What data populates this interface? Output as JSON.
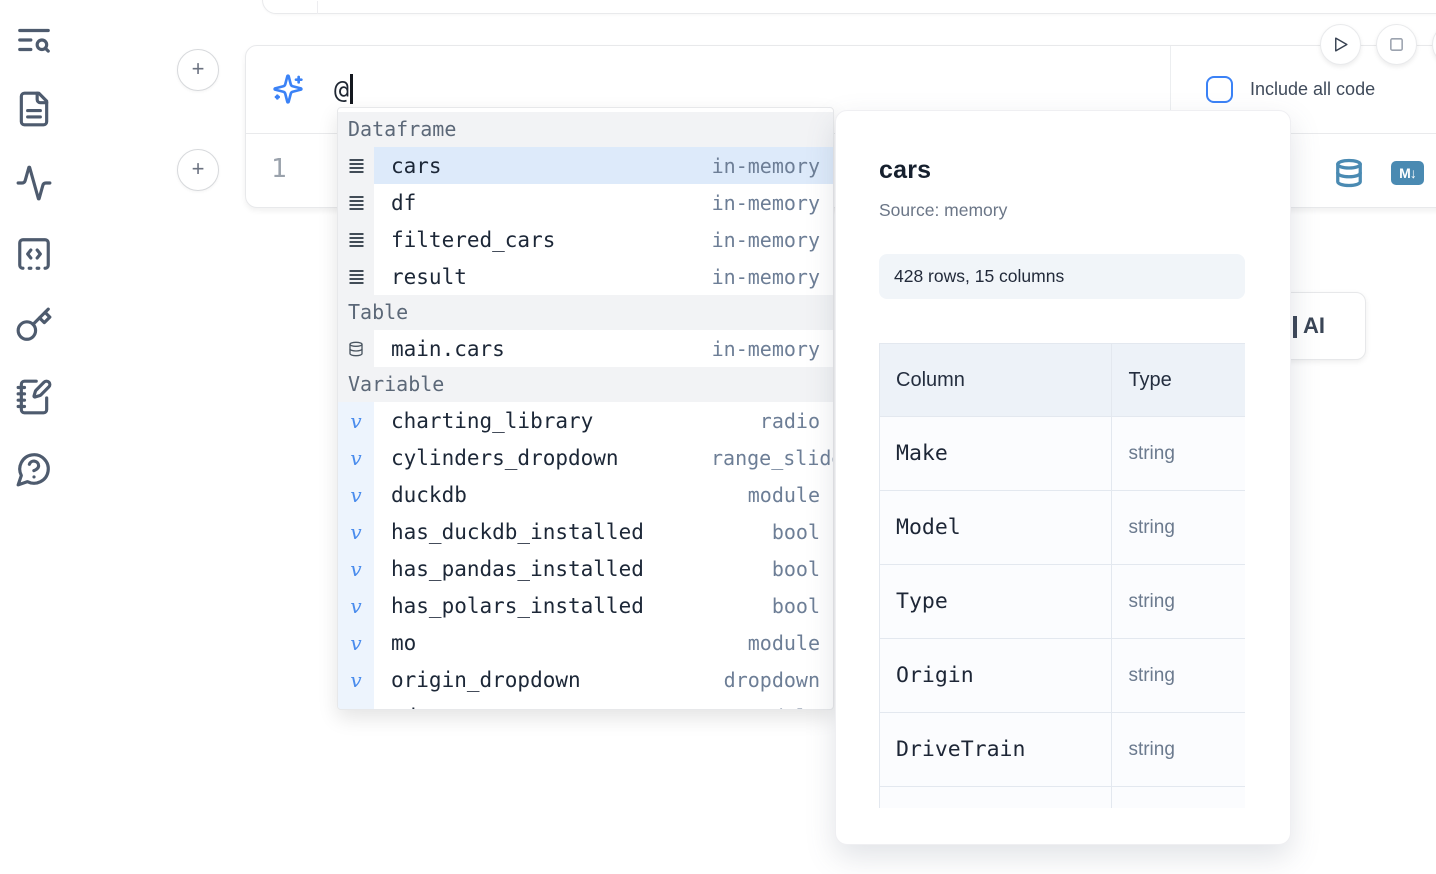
{
  "colors": {
    "accent_blue": "#3b82f6",
    "steel_blue": "#4a8ab2",
    "selection_bg": "#ddeafa",
    "icon_slate": "#4e5b6e"
  },
  "sidebar": {
    "icons": [
      "text-search",
      "file-text",
      "activity",
      "square-dashed-bottom-code",
      "key",
      "notebook-pen",
      "message-circle-question"
    ]
  },
  "run_controls": {
    "buttons": [
      "play",
      "stop",
      "partial"
    ]
  },
  "include_code": {
    "label": "Include all code",
    "checked": false
  },
  "ai_prompt": {
    "value": "@"
  },
  "add_cell": {
    "label": "+"
  },
  "cell": {
    "line_number": "1",
    "toolbar_icons": [
      "database",
      "markdown-badge"
    ],
    "markdown_badge_text": "M↓"
  },
  "autocomplete": {
    "sections": [
      {
        "label": "Dataframe",
        "items": [
          {
            "icon": "dataframe",
            "name": "cars",
            "type": "in-memory",
            "selected": true
          },
          {
            "icon": "dataframe",
            "name": "df",
            "type": "in-memory"
          },
          {
            "icon": "dataframe",
            "name": "filtered_cars",
            "type": "in-memory"
          },
          {
            "icon": "dataframe",
            "name": "result",
            "type": "in-memory"
          }
        ]
      },
      {
        "label": "Table",
        "items": [
          {
            "icon": "database",
            "name": "main.cars",
            "type": "in-memory"
          }
        ]
      },
      {
        "label": "Variable",
        "items": [
          {
            "icon": "variable",
            "name": "charting_library",
            "type": "radio"
          },
          {
            "icon": "variable",
            "name": "cylinders_dropdown",
            "type": "range_slider",
            "truncated": true
          },
          {
            "icon": "variable",
            "name": "duckdb",
            "type": "module"
          },
          {
            "icon": "variable",
            "name": "has_duckdb_installed",
            "type": "bool"
          },
          {
            "icon": "variable",
            "name": "has_pandas_installed",
            "type": "bool"
          },
          {
            "icon": "variable",
            "name": "has_polars_installed",
            "type": "bool"
          },
          {
            "icon": "variable",
            "name": "mo",
            "type": "module"
          },
          {
            "icon": "variable",
            "name": "origin_dropdown",
            "type": "dropdown"
          },
          {
            "icon": "variable",
            "name": "pd",
            "type": "module"
          }
        ]
      }
    ]
  },
  "detail_panel": {
    "title": "cars",
    "source": "Source: memory",
    "shape": "428 rows, 15 columns",
    "table": {
      "headers": [
        "Column",
        "Type"
      ],
      "rows": [
        [
          "Make",
          "string"
        ],
        [
          "Model",
          "string"
        ],
        [
          "Type",
          "string"
        ],
        [
          "Origin",
          "string"
        ],
        [
          "DriveTrain",
          "string"
        ],
        [
          "",
          ""
        ]
      ]
    }
  },
  "ai_button": {
    "visible_label": "AI"
  }
}
